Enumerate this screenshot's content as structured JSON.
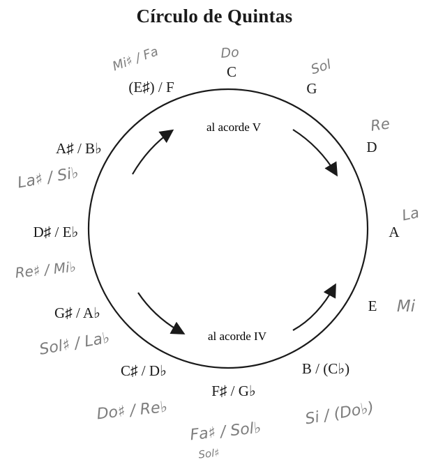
{
  "title": "Círculo de Quintas",
  "arrow_labels": {
    "top": "al acorde V",
    "bottom": "al acorde IV"
  },
  "notes": [
    {
      "id": "c",
      "label": "C",
      "solfege": "Do"
    },
    {
      "id": "g",
      "label": "G",
      "solfege": "Sol"
    },
    {
      "id": "d",
      "label": "D",
      "solfege": "Re"
    },
    {
      "id": "a",
      "label": "A",
      "solfege": "La"
    },
    {
      "id": "e",
      "label": "E",
      "solfege": "Mi"
    },
    {
      "id": "b",
      "label": "B / (C♭)",
      "solfege": "Si / (Do♭)"
    },
    {
      "id": "fs",
      "label": "F♯ / G♭",
      "solfege": "Fa♯ / Sol♭"
    },
    {
      "id": "cs",
      "label": "C♯ / D♭",
      "solfege": "Do♯ / Re♭"
    },
    {
      "id": "gs",
      "label": "G♯ / A♭",
      "solfege": "Sol♯ / La♭"
    },
    {
      "id": "ds",
      "label": "D♯ / E♭",
      "solfege": "Re♯ / Mi♭"
    },
    {
      "id": "as",
      "label": "A♯ / B♭",
      "solfege": "La♯ / Si♭"
    },
    {
      "id": "f",
      "label": "(E♯) / F",
      "solfege": "Mi♯ / Fa"
    }
  ],
  "handwritten_extra": "Sol♯",
  "colors": {
    "ink": "#1a1a1a",
    "pencil": "#7d7d7d"
  }
}
